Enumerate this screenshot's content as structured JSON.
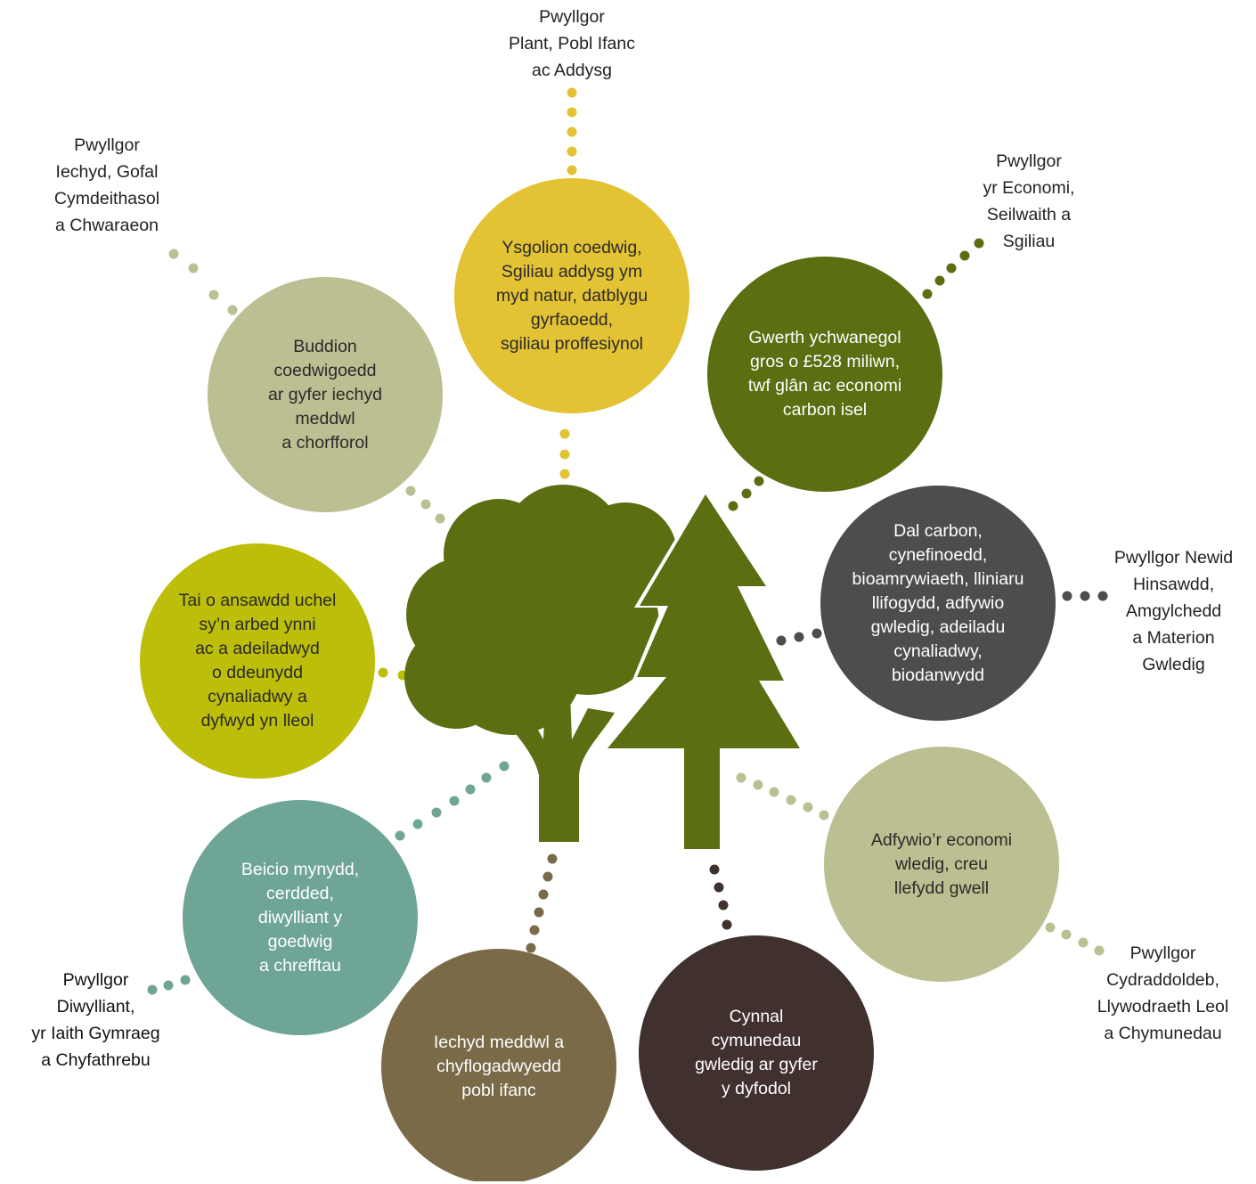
{
  "colors": {
    "tree": "#5b6e11",
    "gold": "#e3c234",
    "sage": "#bcbf91",
    "olive": "#5b6e11",
    "charcoal": "#4f4d4c",
    "lime": "#bdbe0a",
    "teal": "#6fa597",
    "brown": "#7a6a48",
    "plum": "#40302e"
  },
  "center_icons": [
    "deciduous-tree-icon",
    "conifer-tree-icon"
  ],
  "benefits": [
    {
      "id": "education",
      "text": "Ysgolion coedwig,\nSgiliau addysg ym\nmyd natur, datblygu\ngyrfaoedd,\nsgiliau proffesiynol",
      "color": "#e3c234",
      "text_color": "#2a2a2a"
    },
    {
      "id": "health",
      "text": "Buddion\ncoedwigoedd\nar gyfer iechyd\nmeddwl\na chorfforol",
      "color": "#bcbf91",
      "text_color": "#2a2a2a"
    },
    {
      "id": "economy",
      "text": "Gwerth ychwanegol\ngros o £528 miliwn,\ntwf glân ac economi\ncarbon isel",
      "color": "#5b6e11",
      "text_color": "#ffffff"
    },
    {
      "id": "climate",
      "text": "Dal carbon,\ncynefinoedd,\nbioamrywiaeth, lliniaru\nllifogydd, adfywio\ngwledig, adeiladu\ncynaliadwy,\nbiodanwydd",
      "color": "#4f4d4c",
      "text_color": "#ffffff"
    },
    {
      "id": "housing",
      "text": "Tai o ansawdd uchel\nsy’n arbed ynni\nac a adeiladwyd\no ddeunydd\ncynaliadwy a\ndyfwyd yn lleol",
      "color": "#bdbe0a",
      "text_color": "#2a2a2a"
    },
    {
      "id": "rural-economy",
      "text": "Adfywio’r economi\nwledig, creu\nllefydd gwell",
      "color": "#bcbf91",
      "text_color": "#2a2a2a"
    },
    {
      "id": "culture",
      "text": "Beicio mynydd,\ncerdded,\ndiwylliant y\ngoedwig\na chrefftau",
      "color": "#6fa597",
      "text_color": "#ffffff"
    },
    {
      "id": "youth",
      "text": "Iechyd meddwl a\nchyflogadwyedd\npobl ifanc",
      "color": "#7a6a48",
      "text_color": "#ffffff"
    },
    {
      "id": "communities",
      "text": "Cynnal\ncymunedau\ngwledig ar gyfer\ny dyfodol",
      "color": "#40302e",
      "text_color": "#ffffff"
    }
  ],
  "committees": [
    {
      "id": "cyp",
      "text": "Pwyllgor\nPlant, Pobl Ifanc\nac Addysg"
    },
    {
      "id": "health",
      "text": "Pwyllgor\nIechyd, Gofal\nCymdeithasol\na Chwaraeon"
    },
    {
      "id": "economy",
      "text": "Pwyllgor\nyr Economi,\nSeilwaith a\nSgiliau"
    },
    {
      "id": "climate",
      "text": "Pwyllgor Newid\nHinsawdd,\nAmgylchedd\na Materion\nGwledig"
    },
    {
      "id": "equality",
      "text": "Pwyllgor\nCydraddoldeb,\nLlywodraeth Leol\na Chymunedau"
    },
    {
      "id": "culture",
      "text": "Pwyllgor\nDiwylliant,\nyr Iaith Gymraeg\na Chyfathrebu"
    }
  ]
}
